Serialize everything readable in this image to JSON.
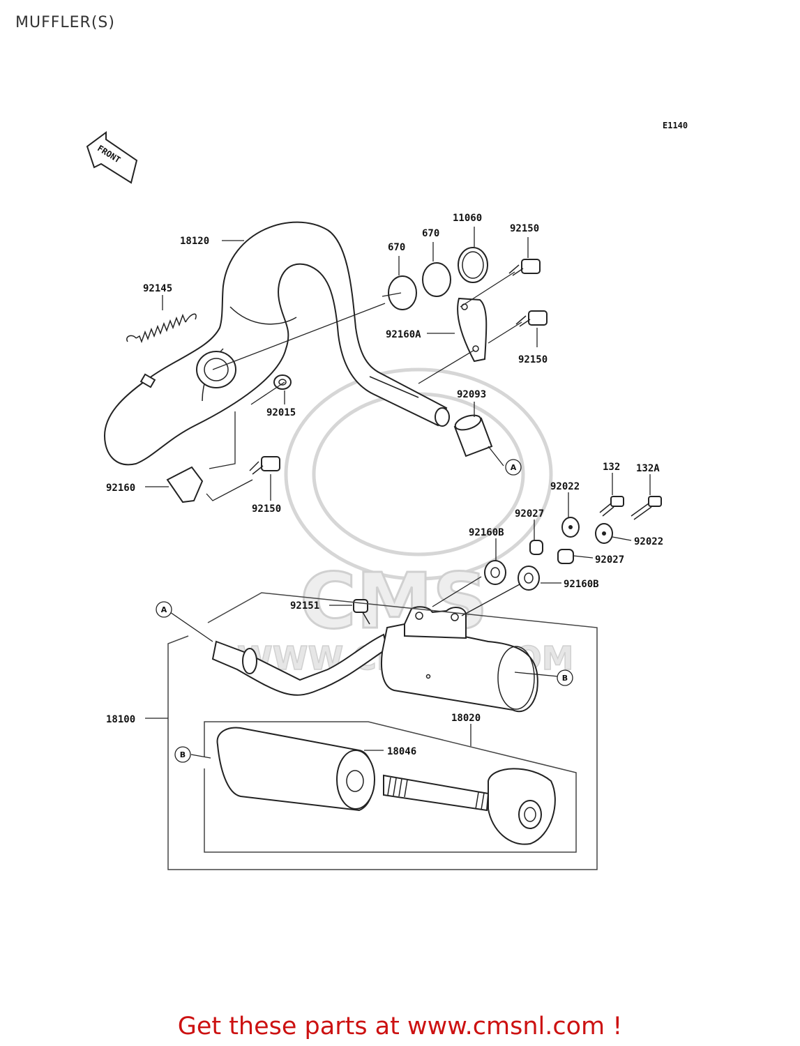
{
  "page_title": "MUFFLER(S)",
  "ref_code": "E1140",
  "front_label": "FRONT",
  "watermark": {
    "url": "WWW.CMSNL.COM",
    "logo": "CMS"
  },
  "labels": {
    "p18120": "18120",
    "p92145": "92145",
    "p670a": "670",
    "p670b": "670",
    "p11060": "11060",
    "p92150a": "92150",
    "p92160A": "92160A",
    "p92150b": "92150",
    "p92093": "92093",
    "p92015": "92015",
    "p92160": "92160",
    "p92150c": "92150",
    "p132": "132",
    "p132A": "132A",
    "p92022a": "92022",
    "p92027a": "92027",
    "p92022b": "92022",
    "p92160Ba": "92160B",
    "p92027b": "92027",
    "p92160Bb": "92160B",
    "p92151": "92151",
    "p18100": "18100",
    "p18020": "18020",
    "p18046": "18046"
  },
  "markers": {
    "a1": "A",
    "a2": "A",
    "b1": "B",
    "b2": "B"
  },
  "footer": "Get these parts at www.cmsnl.com !"
}
